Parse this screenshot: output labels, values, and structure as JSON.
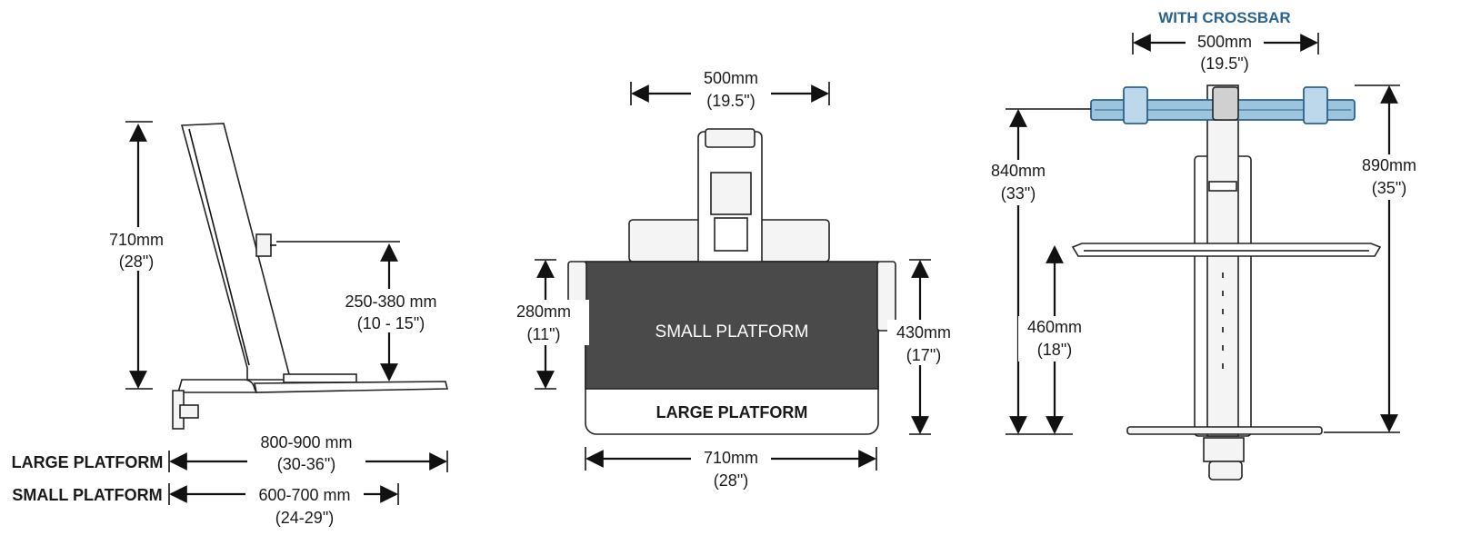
{
  "colors": {
    "crossbar_fill": "#9cc4dc",
    "crossbar_stroke": "#2a6390",
    "small_platform_fill": "#4a4a4a",
    "crossbar_label": "#2a6390"
  },
  "side_view": {
    "height": {
      "mm": "710mm",
      "in": "(28\")"
    },
    "keyboard_height": {
      "mm": "250-380 mm",
      "in": "(10 - 15\")"
    },
    "large_platform": {
      "label": "LARGE PLATFORM",
      "mm": "800-900 mm",
      "in": "(30-36\")"
    },
    "small_platform": {
      "label": "SMALL PLATFORM",
      "mm": "600-700 mm",
      "in": "(24-29\")"
    }
  },
  "front_view": {
    "top_width": {
      "mm": "500mm",
      "in": "(19.5\")"
    },
    "small_depth": {
      "mm": "280mm",
      "in": "(11\")"
    },
    "large_depth": {
      "mm": "430mm",
      "in": "(17\")"
    },
    "bottom_width": {
      "mm": "710mm",
      "in": "(28\")"
    },
    "small_platform_label": "SMALL PLATFORM",
    "large_platform_label": "LARGE PLATFORM"
  },
  "crossbar_view": {
    "title": "WITH CROSSBAR",
    "crossbar_width": {
      "mm": "500mm",
      "in": "(19.5\")"
    },
    "left_height": {
      "mm": "840mm",
      "in": "(33\")"
    },
    "right_height": {
      "mm": "890mm",
      "in": "(35\")"
    },
    "platform_height": {
      "mm": "460mm",
      "in": "(18\")"
    }
  }
}
